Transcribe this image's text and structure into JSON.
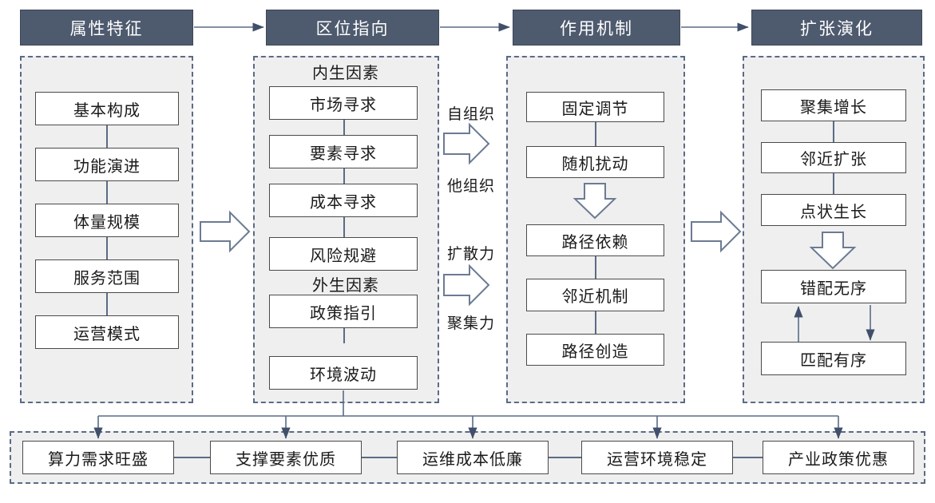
{
  "columns": [
    {
      "header": "属性特征",
      "groups": [
        {
          "label": null,
          "items": [
            "基本构成",
            "功能演进",
            "体量规模",
            "服务范围",
            "运营模式"
          ]
        }
      ]
    },
    {
      "header": "区位指向",
      "groups": [
        {
          "label": "内生因素",
          "items": [
            "市场寻求",
            "要素寻求",
            "成本寻求",
            "风险规避"
          ]
        },
        {
          "label": "外生因素",
          "items": [
            "政策指引",
            "环境波动"
          ]
        }
      ]
    },
    {
      "header": "作用机制",
      "groups": [
        {
          "label": null,
          "items": [
            "固定调节",
            "随机扰动"
          ]
        },
        {
          "label": null,
          "items": [
            "路径依赖",
            "邻近机制",
            "路径创造"
          ]
        }
      ]
    },
    {
      "header": "扩张演化",
      "groups": [
        {
          "label": null,
          "items": [
            "聚集增长",
            "邻近扩张",
            "点状生长"
          ]
        },
        {
          "label": null,
          "items": [
            "错配无序",
            "匹配有序"
          ]
        }
      ]
    }
  ],
  "mid_labels": {
    "top_above": "自组织",
    "top_below": "他组织",
    "bottom_above": "扩散力",
    "bottom_below": "聚集力"
  },
  "bottom_row": {
    "items": [
      "算力需求旺盛",
      "支撑要素优质",
      "运维成本低廉",
      "运营环境稳定",
      "产业政策优惠"
    ]
  },
  "colors": {
    "header_fill": "#4e5a6e",
    "panel_fill": "#efefef",
    "dash_border": "#5a6b86",
    "node_border": "#4a4a4a",
    "connector": "#5a6b86"
  }
}
